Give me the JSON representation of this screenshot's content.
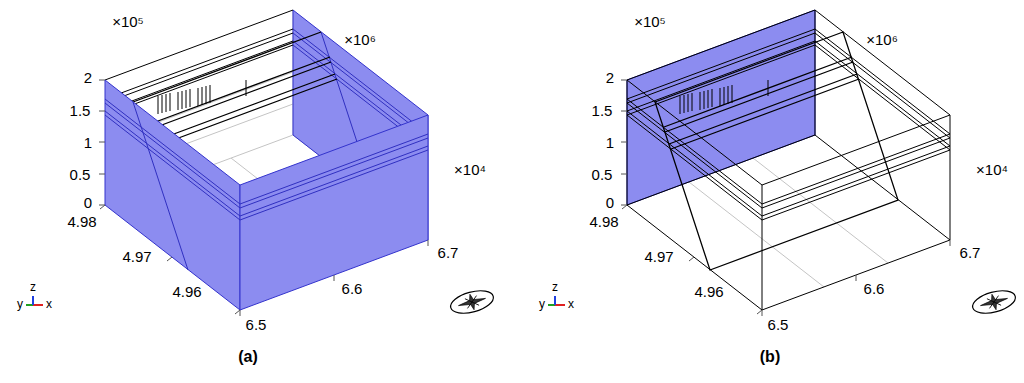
{
  "diagram": {
    "labels": [
      "×10⁵",
      "×10⁶",
      "2",
      "1.5",
      "1",
      "0.5",
      "0",
      "×10⁴",
      "4.98",
      "4.97",
      "4.96",
      "6.5",
      "6.6",
      "6.7",
      "y",
      "z",
      "x",
      "(a)",
      "×10⁵",
      "×10⁶",
      "2",
      "1.5",
      "1",
      "0.5",
      "0",
      "×10⁴",
      "4.98",
      "4.97",
      "4.96",
      "6.5",
      "6.6",
      "6.7",
      "y",
      "z",
      "x",
      "(b)"
    ]
  }
}
